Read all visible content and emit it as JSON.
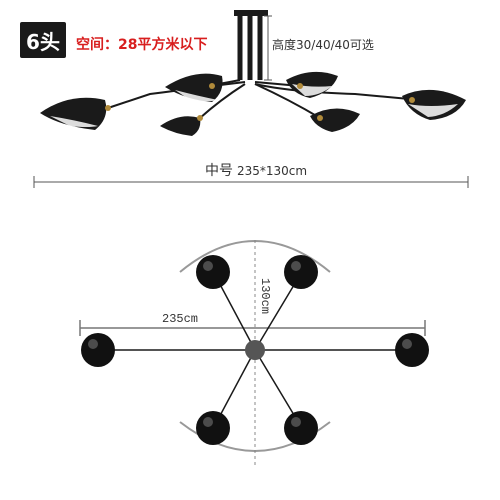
{
  "header": {
    "badge": "6头",
    "space": "空间：28平方米以下",
    "height_note": "高度30/40/40可选"
  },
  "size": {
    "name": "中号",
    "dims": "235*130cm"
  },
  "diagram": {
    "width_label": "235cm",
    "height_label": "130cm"
  }
}
